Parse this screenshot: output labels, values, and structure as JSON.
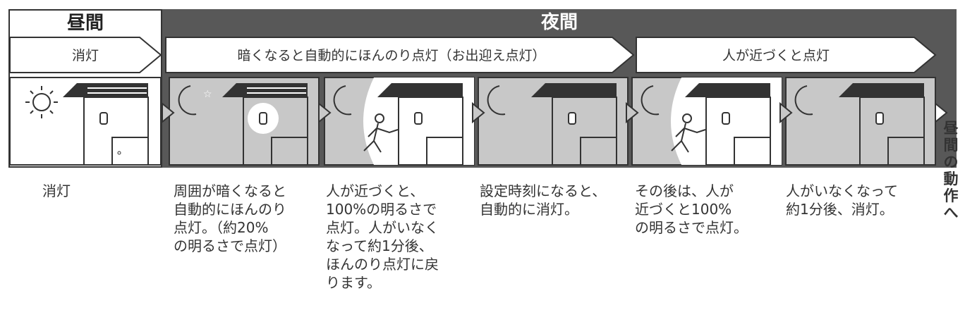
{
  "header": {
    "day": "昼間",
    "night": "夜間"
  },
  "banners": {
    "day_off": "消灯",
    "night_auto": "暗くなると自動的にほんのり点灯（お出迎え点灯）",
    "night_person": "人が近づくと点灯"
  },
  "captions": [
    "消灯",
    "周囲が暗くなると\n自動的にほんのり\n点灯。（約20%\nの明るさで点灯）",
    "人が近づくと、\n100%の明るさで\n点灯。人がいなく\nなって約1分後、\nほんのり点灯に戻\nります。",
    "設定時刻になると、\n自動的に消灯。",
    "その後は、人が\n近づくと100%\nの明るさで点灯。",
    "人がいなくなって\n約1分後、消灯。"
  ],
  "side_label": "昼\n間\nの\n動\n作\nへ",
  "colors": {
    "night_bg": "#585858",
    "scene_gray": "#c8c8c8",
    "line": "#333333"
  }
}
